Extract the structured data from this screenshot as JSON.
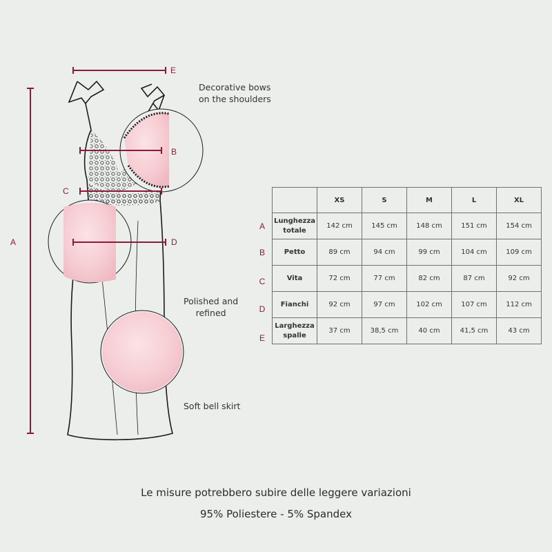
{
  "measure_labels": {
    "a": "A",
    "b": "B",
    "c": "C",
    "d": "D",
    "e": "E"
  },
  "notes": {
    "bows_line1": "Decorative bows",
    "bows_line2": "on the shoulders",
    "polished_line1": "Polished and",
    "polished_line2": "refined",
    "skirt": "Soft bell skirt"
  },
  "size_table": {
    "headers": [
      "XS",
      "S",
      "M",
      "L",
      "XL"
    ],
    "rows": [
      {
        "letter": "A",
        "label_line1": "Lunghezza",
        "label_line2": "totale",
        "values": [
          "142 cm",
          "145 cm",
          "148 cm",
          "151 cm",
          "154 cm"
        ]
      },
      {
        "letter": "B",
        "label_line1": "Petto",
        "label_line2": "",
        "values": [
          "89 cm",
          "94 cm",
          "99 cm",
          "104 cm",
          "109 cm"
        ]
      },
      {
        "letter": "C",
        "label_line1": "Vita",
        "label_line2": "",
        "values": [
          "72 cm",
          "77 cm",
          "82 cm",
          "87 cm",
          "92 cm"
        ]
      },
      {
        "letter": "D",
        "label_line1": "Fianchi",
        "label_line2": "",
        "values": [
          "92 cm",
          "97 cm",
          "102 cm",
          "107 cm",
          "112 cm"
        ]
      },
      {
        "letter": "E",
        "label_line1": "Larghezza",
        "label_line2": "spalle",
        "values": [
          "37 cm",
          "38,5 cm",
          "40 cm",
          "41,5 cm",
          "43 cm"
        ]
      }
    ]
  },
  "footer": {
    "disclaimer": "Le misure potrebbero subire delle leggere variazioni",
    "composition": "95% Poliestere - 5% Spandex"
  },
  "colors": {
    "background": "#eceeec",
    "measure_line": "#8a1a3a",
    "silk_pink": "#f6cdd3",
    "lace": "#1a1a1a"
  },
  "icons": [
    "dress-sketch-icon",
    "lace-detail-icon",
    "silk-detail-icon",
    "skirt-detail-icon"
  ]
}
